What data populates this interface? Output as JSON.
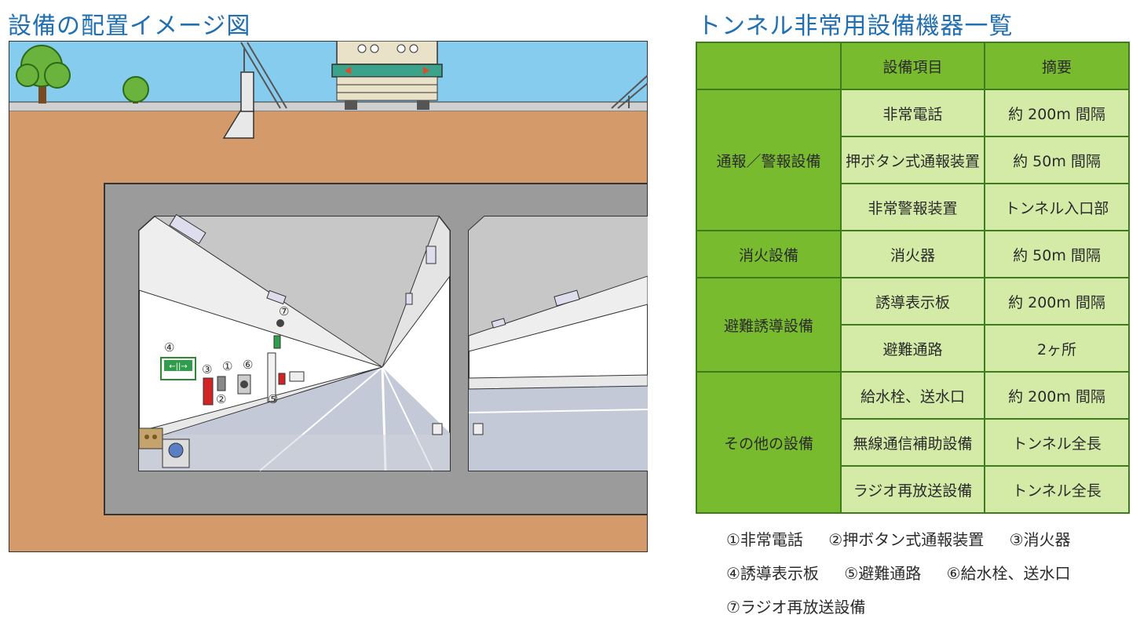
{
  "titles": {
    "left": "設備の配置イメージ図",
    "right": "トンネル非常用設備機器一覧"
  },
  "table": {
    "headers": [
      "",
      "設備項目",
      "摘要"
    ],
    "groups": [
      {
        "category": "通報／警報設備",
        "rows": [
          {
            "item": "非常電話",
            "note": "約 200m 間隔"
          },
          {
            "item": "押ボタン式通報装置",
            "note": "約 50m 間隔"
          },
          {
            "item": "非常警報装置",
            "note": "トンネル入口部"
          }
        ]
      },
      {
        "category": "消火設備",
        "rows": [
          {
            "item": "消火器",
            "note": "約 50m 間隔"
          }
        ]
      },
      {
        "category": "避難誘導設備",
        "rows": [
          {
            "item": "誘導表示板",
            "note": "約 200m 間隔"
          },
          {
            "item": "避難通路",
            "note": "2ヶ所"
          }
        ]
      },
      {
        "category": "その他の設備",
        "rows": [
          {
            "item": "給水栓、送水口",
            "note": "約 200m 間隔"
          },
          {
            "item": "無線通信補助設備",
            "note": "トンネル全長"
          },
          {
            "item": "ラジオ再放送設備",
            "note": "トンネル全長"
          }
        ]
      }
    ]
  },
  "legend": {
    "row1": [
      "①非常電話",
      "②押ボタン式通報装置",
      "③消火器"
    ],
    "row2": [
      "④誘導表示板",
      "⑤避難通路",
      "⑥給水栓、送水口"
    ],
    "row3": [
      "⑦ラジオ再放送設備"
    ]
  },
  "markers": {
    "m1": "①",
    "m2": "②",
    "m3": "③",
    "m4": "④",
    "m5": "⑤",
    "m6": "⑥",
    "m7": "⑦"
  },
  "colors": {
    "sky": "#86ccef",
    "soil": "#d49a6a",
    "concrete": "#9b9b9b",
    "table_header": "#78bb2e",
    "table_cell": "#d4eba8",
    "title": "#1f6fb2"
  }
}
